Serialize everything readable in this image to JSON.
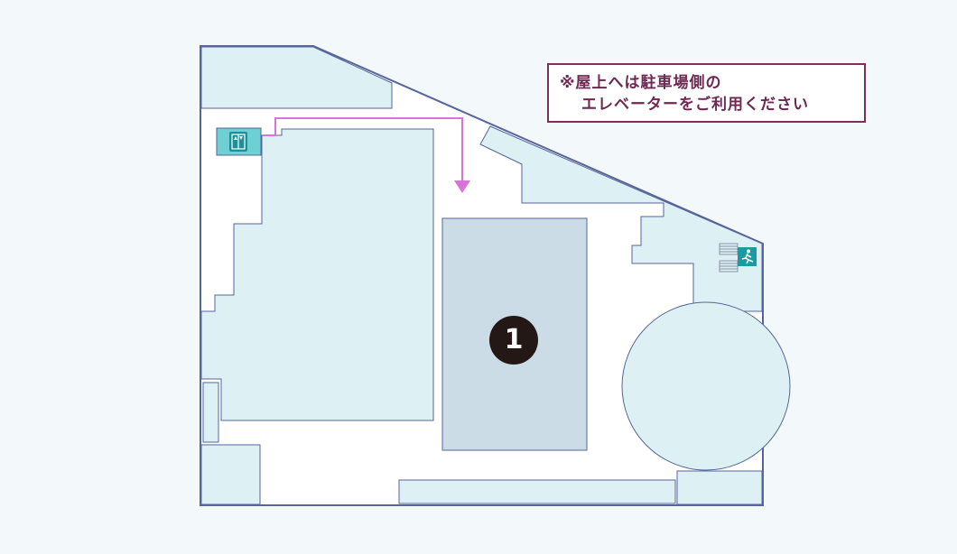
{
  "note": {
    "line1": "※屋上へは駐車場側の",
    "line2": "エレベーターをご利用ください"
  },
  "areas": [
    {
      "id": "1",
      "label": "1",
      "highlighted": true
    }
  ],
  "icons": [
    "elevator-icon",
    "emergency-exit-icon",
    "stairs-icon",
    "route-arrow-icon"
  ],
  "colors": {
    "background": "#f3f8fb",
    "floor": "#ffffff",
    "outline": "#56659b",
    "section_fill": "#ddf0f4",
    "highlight_fill": "#cbdce6",
    "elevator": "#6fd0d4",
    "exit_sign": "#1c9aa1",
    "route_arrow": "#d873d8",
    "note_border": "#7b2f5a",
    "badge": "#231815"
  }
}
